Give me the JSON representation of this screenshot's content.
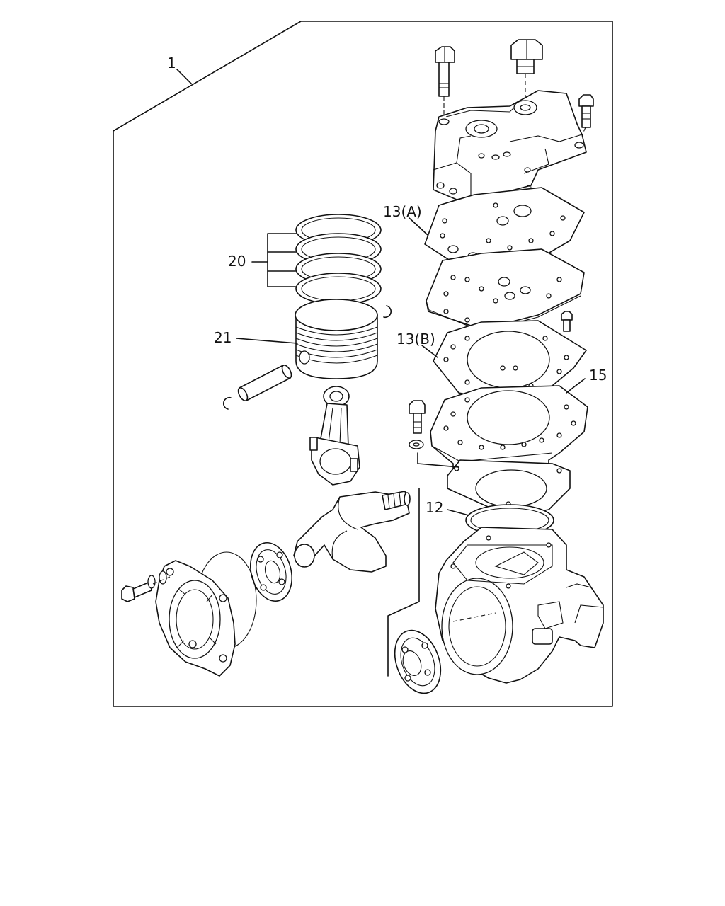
{
  "callouts": {
    "c1": "1",
    "c20": "20",
    "c21": "21",
    "c13a": "13(A)",
    "c13b": "13(B)",
    "c15": "15",
    "c12": "12"
  }
}
